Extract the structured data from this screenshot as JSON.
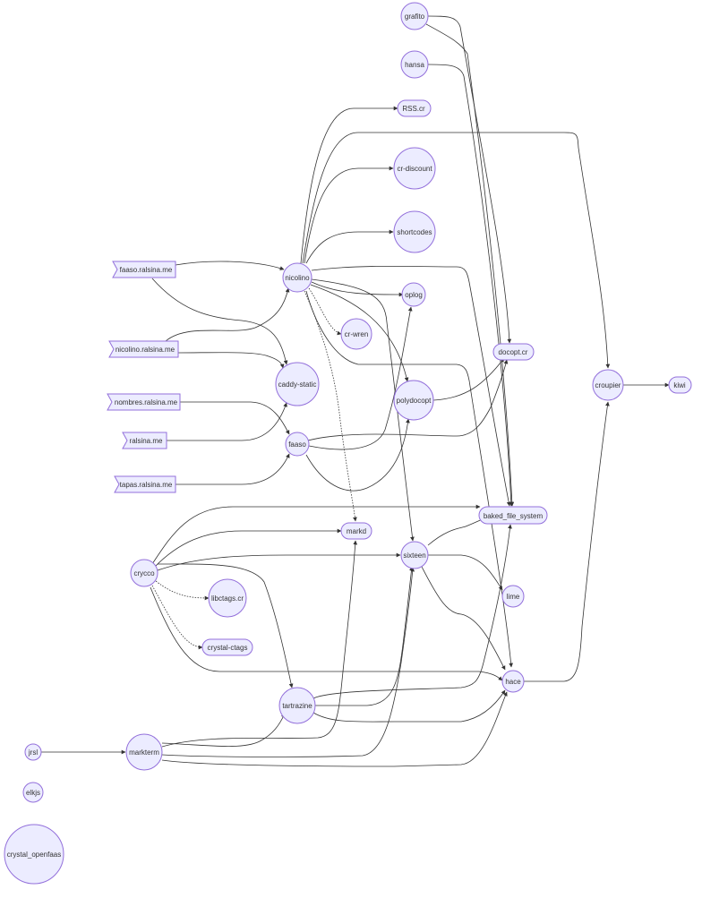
{
  "colors": {
    "node_fill": "#ECECFF",
    "node_stroke": "#9370DB",
    "edge": "#333333"
  },
  "nodes": {
    "grafito": "grafito",
    "hansa": "hansa",
    "rss": "RSS.cr",
    "cr_discount": "cr-discount",
    "shortcodes": "shortcodes",
    "faaso_site": "faaso.ralsina.me",
    "nicolino": "nicolino",
    "oplog": "oplog",
    "cr_wren": "cr-wren",
    "nicolino_site": "nicolino.ralsina.me",
    "caddy_static": "caddy-static",
    "docopt": "docopt.cr",
    "croupier": "croupier",
    "kiwi": "kiwi",
    "nombres_site": "nombres.ralsina.me",
    "polydocopt": "polydocopt",
    "ralsina_site": "ralsina.me",
    "faaso": "faaso",
    "tapas_site": "tapas.ralsina.me",
    "baked_fs": "baked_file_system",
    "markd": "markd",
    "crycco": "crycco",
    "sixteen": "sixteen",
    "lime": "lime",
    "libctags": "libctags.cr",
    "crystal_ctags": "crystal-ctags",
    "hace": "hace",
    "tartrazine": "tartrazine",
    "jrsl": "jrsl",
    "markterm": "markterm",
    "elkjs": "elkjs",
    "crystal_openfaas": "crystal_openfaas"
  }
}
